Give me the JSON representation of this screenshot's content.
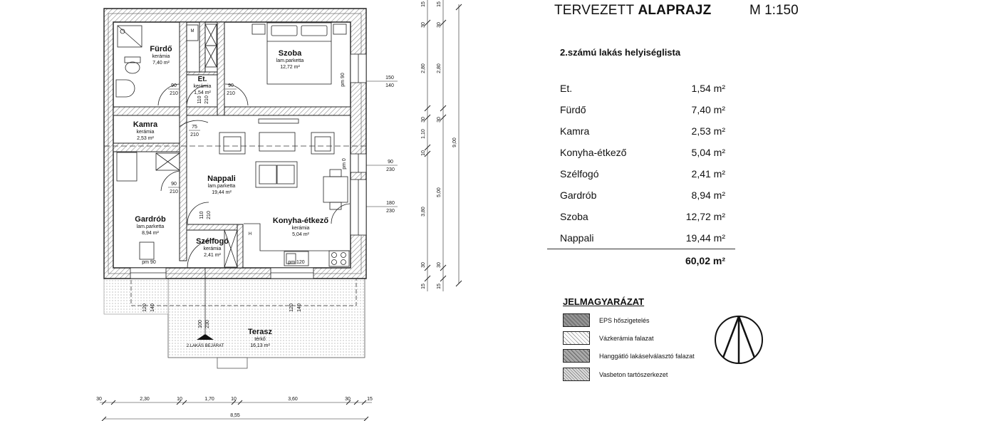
{
  "header": {
    "title_light": "TERVEZETT ",
    "title_bold": "ALAPRAJZ",
    "scale": "M 1:150"
  },
  "room_list": {
    "title": "2.számú lakás helyiséglista",
    "rows": [
      {
        "name": "Et.",
        "area": "1,54 m²"
      },
      {
        "name": "Fürdő",
        "area": "7,40 m²"
      },
      {
        "name": "Kamra",
        "area": "2,53 m²"
      },
      {
        "name": "Konyha-étkező",
        "area": "5,04 m²"
      },
      {
        "name": "Szélfogó",
        "area": "2,41 m²"
      },
      {
        "name": "Gardrób",
        "area": "8,94 m²"
      },
      {
        "name": "Szoba",
        "area": "12,72 m²"
      },
      {
        "name": "Nappali",
        "area": "19,44 m²"
      }
    ],
    "total": "60,02 m²"
  },
  "legend": {
    "title": "JELMAGYARÁZAT",
    "items": [
      {
        "label": "EPS hőszigetelés",
        "icon": "hatch-dark"
      },
      {
        "label": "Vázkerámia falazat",
        "icon": "hatch-light"
      },
      {
        "label": "Hanggátló lakáselválasztó falazat",
        "icon": "hatch-medium"
      },
      {
        "label": "Vasbeton tartószerkezet",
        "icon": "hatch-fine"
      }
    ]
  },
  "plan": {
    "rooms": {
      "furdo": {
        "name": "Fürdő",
        "material": "kerámia",
        "area": "7,40 m²"
      },
      "szoba": {
        "name": "Szoba",
        "material": "lam.parketta",
        "area": "12,72 m²"
      },
      "et": {
        "name": "Et.",
        "material": "kerámia",
        "area": "1,54 m²"
      },
      "kamra": {
        "name": "Kamra",
        "material": "kerámia",
        "area": "2,53 m²"
      },
      "nappali": {
        "name": "Nappali",
        "material": "lam.parketta",
        "area": "19,44 m²"
      },
      "gardrob": {
        "name": "Gardrób",
        "material": "lam.parketta",
        "area": "8,94 m²"
      },
      "konyha": {
        "name": "Konyha-étkező",
        "material": "kerámia",
        "area": "5,04 m²"
      },
      "szelfogo": {
        "name": "Szélfogó",
        "material": "kerámia",
        "area": "2,41 m²"
      },
      "terasz": {
        "name": "Terasz",
        "material": "térkő",
        "area": "16,13 m²"
      }
    },
    "entrance_label": "2.LAKÁS BEJÁRAT",
    "mark_m": "M",
    "mark_h": "H",
    "pm90_gardrob": "pm 90",
    "pm90_szoba": "pm 90",
    "pm0": "pm 0",
    "pm120": "pm 120",
    "door_labels": {
      "furdo_w": "90",
      "furdo_h": "210",
      "szoba_w": "90",
      "szoba_h": "210",
      "et_w": "110",
      "et_h": "210",
      "kamra_w": "75",
      "kamra_h": "210",
      "gardrob_w": "90",
      "gardrob_h": "210",
      "szelfogo_w": "110",
      "szelfogo_h": "210",
      "bejarat_w": "100",
      "bejarat_h": "230",
      "ter_l_w": "120",
      "ter_l_h": "140",
      "ter_r_w": "120",
      "ter_r_h": "140"
    },
    "window_labels": {
      "w1a": "150",
      "w1b": "140",
      "w2a": "90",
      "w2b": "230",
      "w3a": "180",
      "w3b": "230"
    },
    "dims_bottom": {
      "d1": "30",
      "d2": "2,30",
      "d3": "10",
      "d4": "1,70",
      "d5": "10",
      "d6": "3,60",
      "d7": "30",
      "d8": "15",
      "total": "8,55"
    },
    "dims_right_inner": [
      "15",
      "30",
      "2,80",
      "30",
      "1,10",
      "10",
      "3,80",
      "30",
      "15"
    ],
    "dims_right_outer": [
      "15",
      "30",
      "2,80",
      "30",
      "5,00",
      "30",
      "15"
    ],
    "dim_total_height": "9,00"
  }
}
